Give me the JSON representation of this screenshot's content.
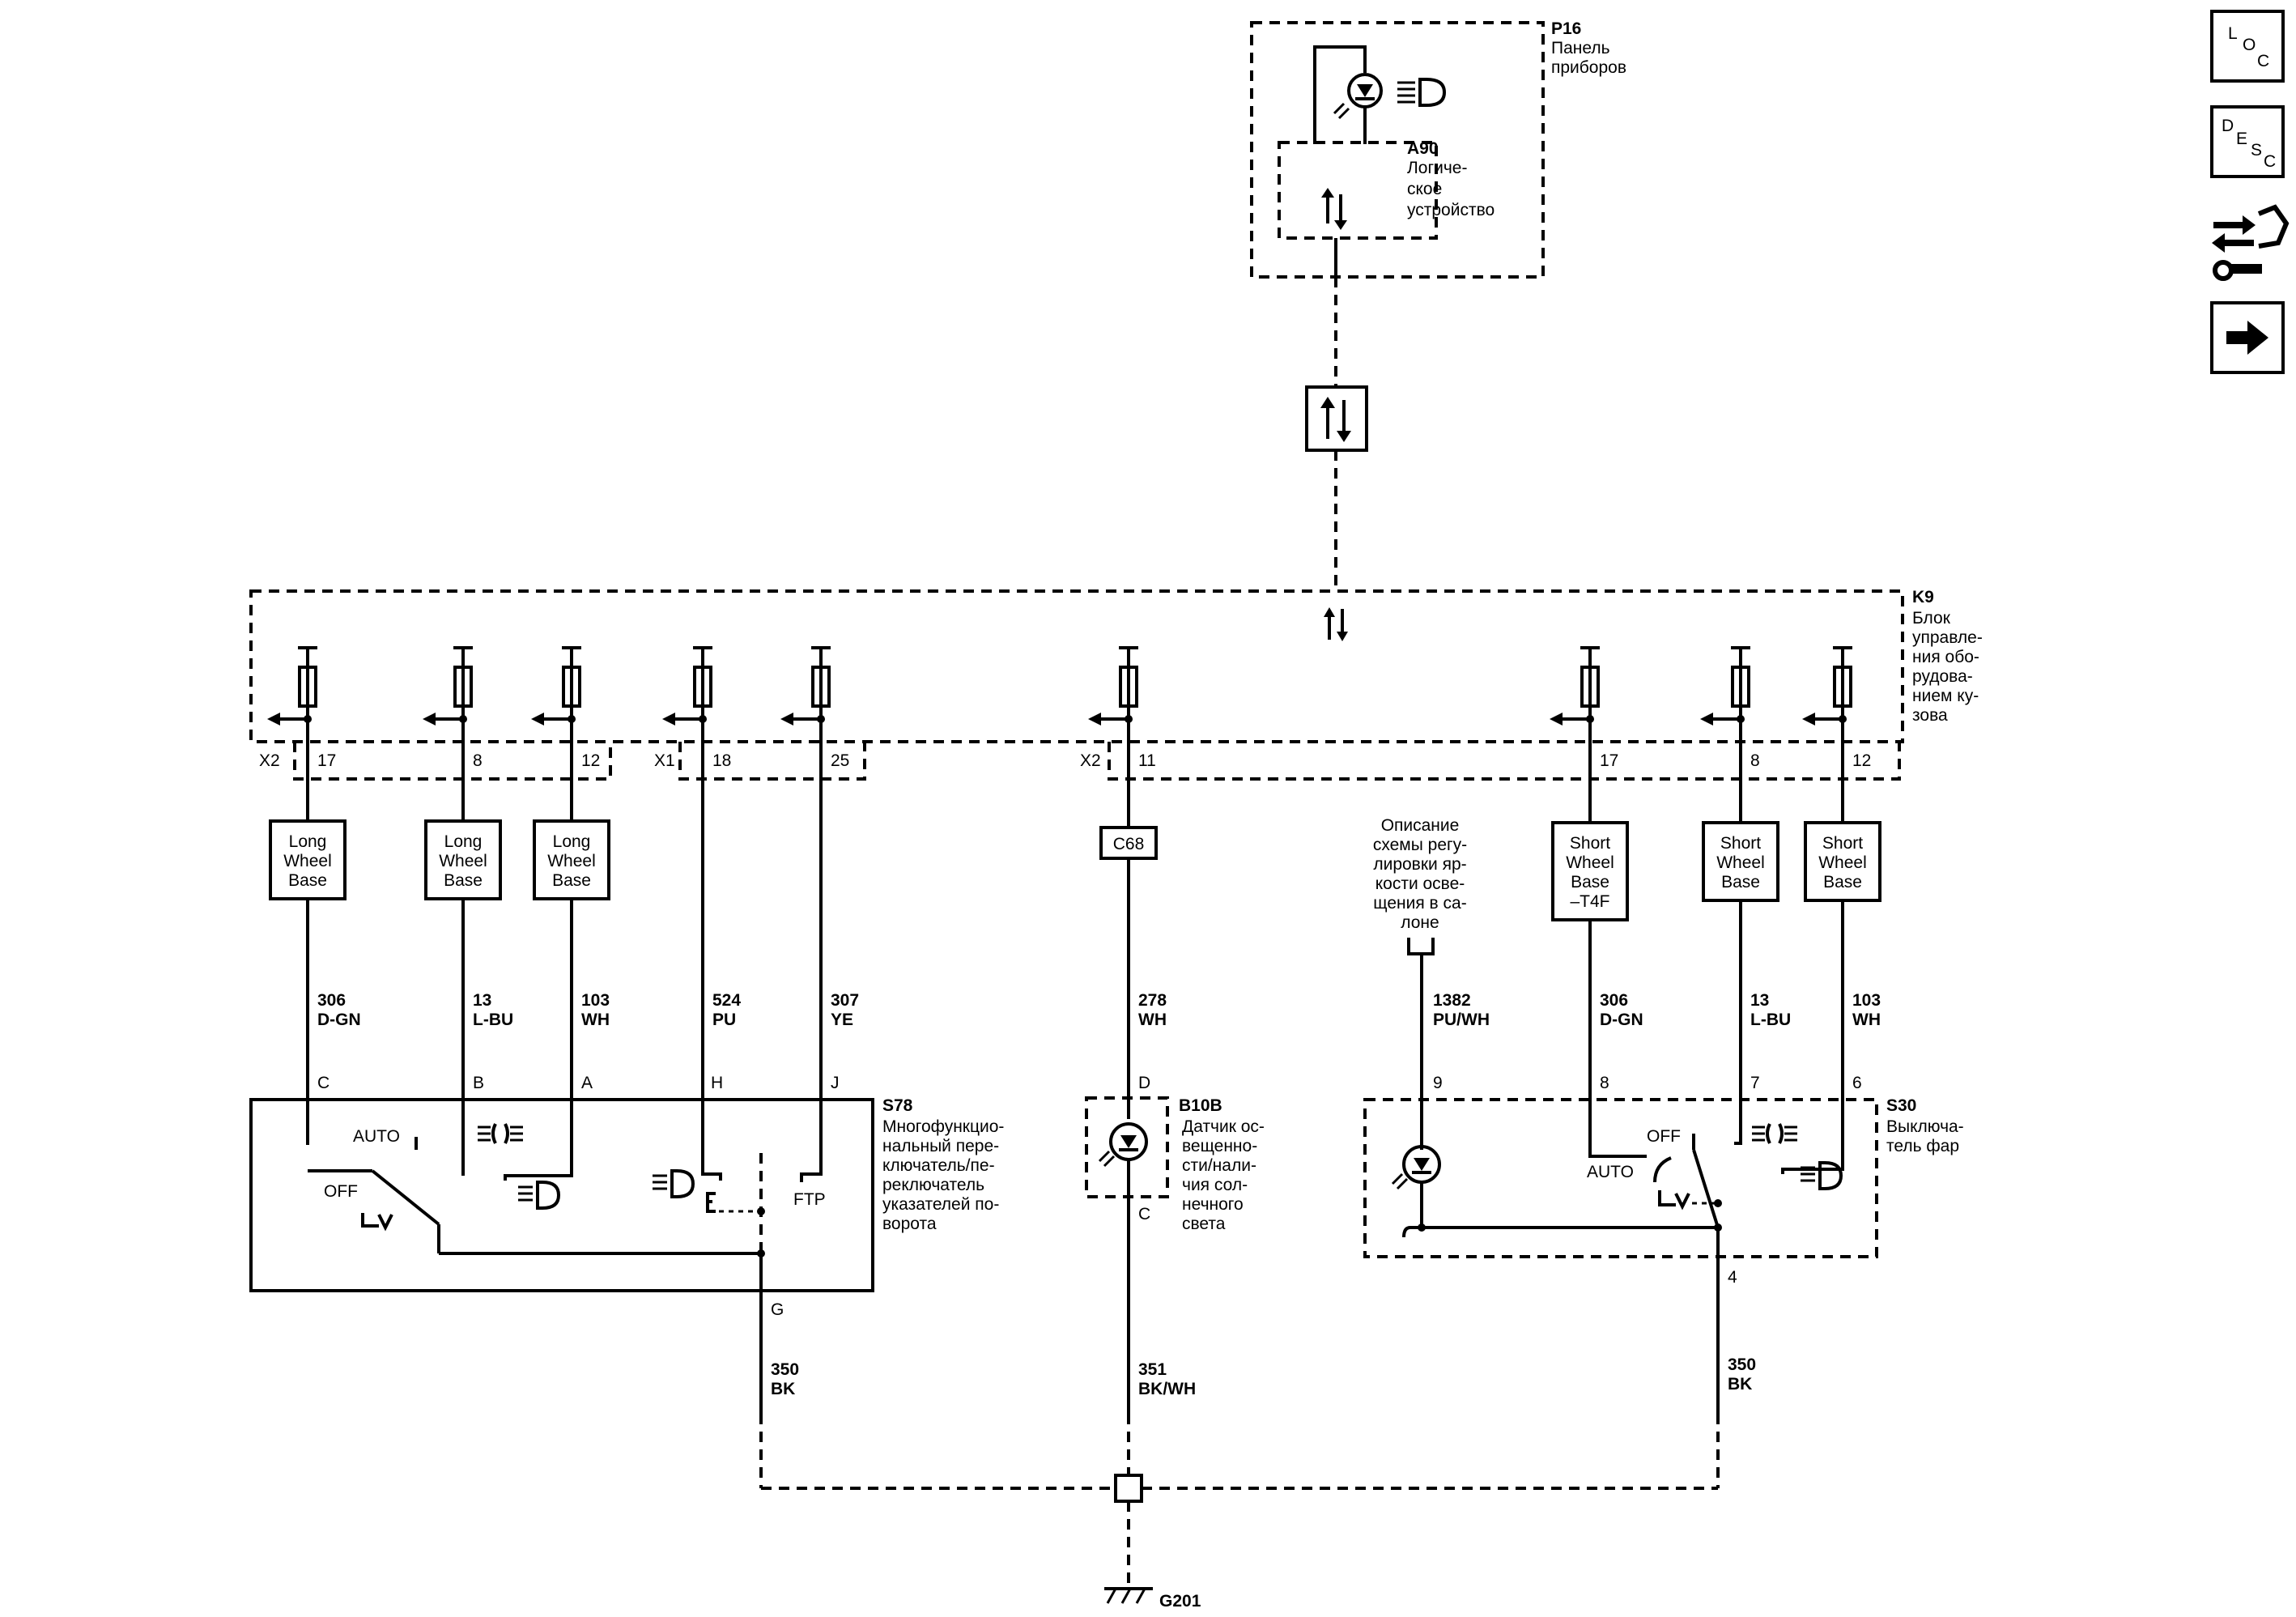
{
  "modules": {
    "p16": {
      "code": "P16",
      "name_lines": [
        "Панель",
        "приборов"
      ]
    },
    "a90": {
      "code": "A90",
      "name_lines": [
        "Логиче-",
        "ское",
        "устройство"
      ]
    },
    "k9": {
      "code": "K9",
      "name_lines": [
        "Блок",
        "управле-",
        "ния обо-",
        "рудова-",
        "нием ку-",
        "зова"
      ]
    },
    "s78": {
      "code": "S78",
      "name_lines": [
        "Многофункцио-",
        "нальный пере-",
        "ключатель/пе-",
        "реключатель",
        "указателей по-",
        "ворота"
      ]
    },
    "b10b": {
      "code": "B10B",
      "name_lines": [
        "Датчик ос-",
        "вещенно-",
        "сти/нали-",
        "чия сол-",
        "нечного",
        "света"
      ]
    },
    "s30": {
      "code": "S30",
      "name_lines": [
        "Выключа-",
        "тель фар"
      ]
    }
  },
  "connectors": {
    "x2_left": "X2",
    "x1": "X1",
    "x2_mid": "X2"
  },
  "k9_pins": [
    "17",
    "8",
    "12",
    "18",
    "25",
    "11",
    "17",
    "8",
    "12"
  ],
  "option_boxes": [
    [
      "Long",
      "Wheel",
      "Base"
    ],
    [
      "Long",
      "Wheel",
      "Base"
    ],
    [
      "Long",
      "Wheel",
      "Base"
    ],
    [
      "C68"
    ],
    [
      "Short",
      "Wheel",
      "Base",
      "–T4F"
    ],
    [
      "Short",
      "Wheel",
      "Base"
    ],
    [
      "Short",
      "Wheel",
      "Base"
    ]
  ],
  "wires": [
    {
      "circuit": "306",
      "color": "D-GN"
    },
    {
      "circuit": "13",
      "color": "L-BU"
    },
    {
      "circuit": "103",
      "color": "WH"
    },
    {
      "circuit": "524",
      "color": "PU"
    },
    {
      "circuit": "307",
      "color": "YE"
    },
    {
      "circuit": "278",
      "color": "WH"
    },
    {
      "circuit": "1382",
      "color": "PU/WH"
    },
    {
      "circuit": "306",
      "color": "D-GN"
    },
    {
      "circuit": "13",
      "color": "L-BU"
    },
    {
      "circuit": "103",
      "color": "WH"
    },
    {
      "circuit": "350",
      "color": "BK"
    },
    {
      "circuit": "351",
      "color": "BK/WH"
    },
    {
      "circuit": "350",
      "color": "BK"
    }
  ],
  "terminals": {
    "s78": [
      "C",
      "B",
      "A",
      "H",
      "J",
      "G"
    ],
    "b10b": [
      "D",
      "C"
    ],
    "s30": [
      "9",
      "8",
      "7",
      "6",
      "4"
    ]
  },
  "switch_labels": {
    "s78_auto": "AUTO",
    "s78_off": "OFF",
    "s78_ftp": "FTP",
    "s30_off": "OFF",
    "s30_auto": "AUTO"
  },
  "reference_note_lines": [
    "Описание",
    "схемы регу-",
    "лировки яр-",
    "кости осве-",
    "щения в са-",
    "лоне"
  ],
  "ground": "G201",
  "side_buttons": [
    {
      "icon": "loc-icon",
      "letters": [
        "L",
        "O",
        "C"
      ]
    },
    {
      "icon": "desc-icon",
      "letters": [
        "D",
        "E",
        "S",
        "C"
      ]
    },
    {
      "icon": "connector-view-icon"
    },
    {
      "icon": "next-arrow-icon"
    }
  ]
}
